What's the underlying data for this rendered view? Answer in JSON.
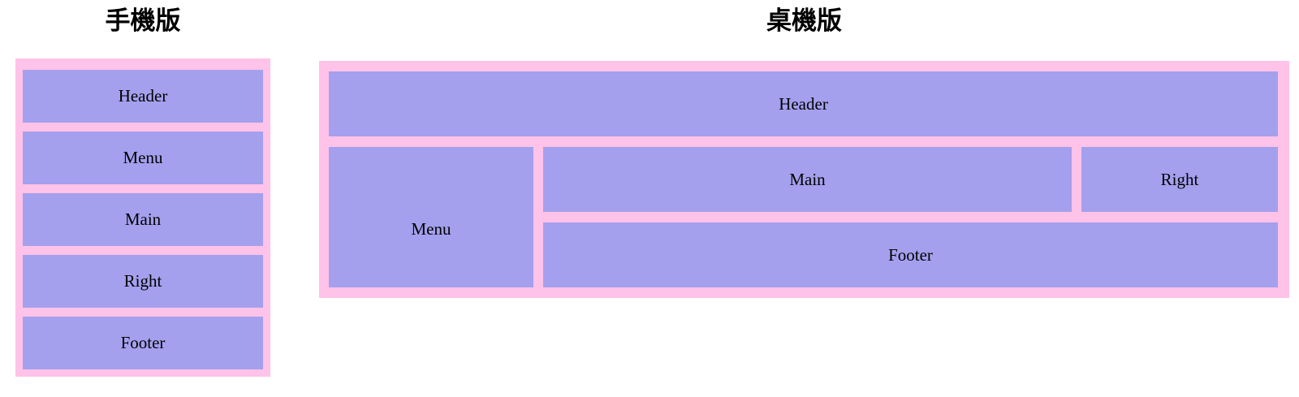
{
  "colors": {
    "container_pink": "#ffc2e8",
    "box_purple": "#a4a0ee",
    "title_text": "#000000",
    "label_text": "#000000",
    "page_background": "#ffffff"
  },
  "mobile": {
    "title": "手機版",
    "boxes": [
      {
        "id": "header",
        "label": "Header"
      },
      {
        "id": "menu",
        "label": "Menu"
      },
      {
        "id": "main",
        "label": "Main"
      },
      {
        "id": "right",
        "label": "Right"
      },
      {
        "id": "footer",
        "label": "Footer"
      }
    ]
  },
  "desktop": {
    "title": "桌機版",
    "boxes": [
      {
        "area": "header",
        "label": "Header"
      },
      {
        "area": "menu",
        "label": "Menu"
      },
      {
        "area": "main",
        "label": "Main"
      },
      {
        "area": "right",
        "label": "Right"
      },
      {
        "area": "footer",
        "label": "Footer"
      }
    ]
  }
}
